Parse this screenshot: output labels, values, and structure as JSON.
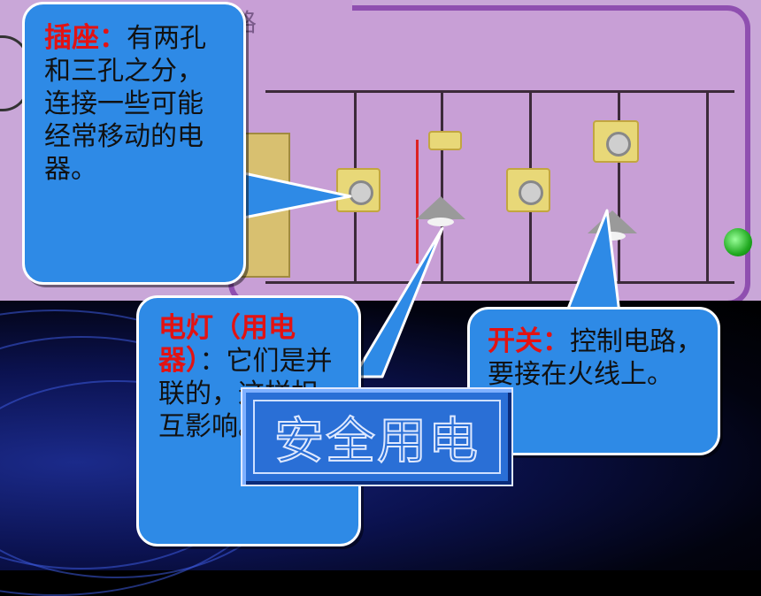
{
  "title": "安全用电",
  "callouts": {
    "socket": {
      "keyword": "插座：",
      "text": "有两孔和三孔之分，连接一些可能经常移动的电器。"
    },
    "lamp": {
      "keyword": "电灯（用电器）",
      "text": "：它们是并联的，这样相互影响。"
    },
    "switch": {
      "keyword": "开关：",
      "text": "控制电路，要接在火线上。"
    }
  },
  "photo": {
    "header_fragment": "路"
  }
}
